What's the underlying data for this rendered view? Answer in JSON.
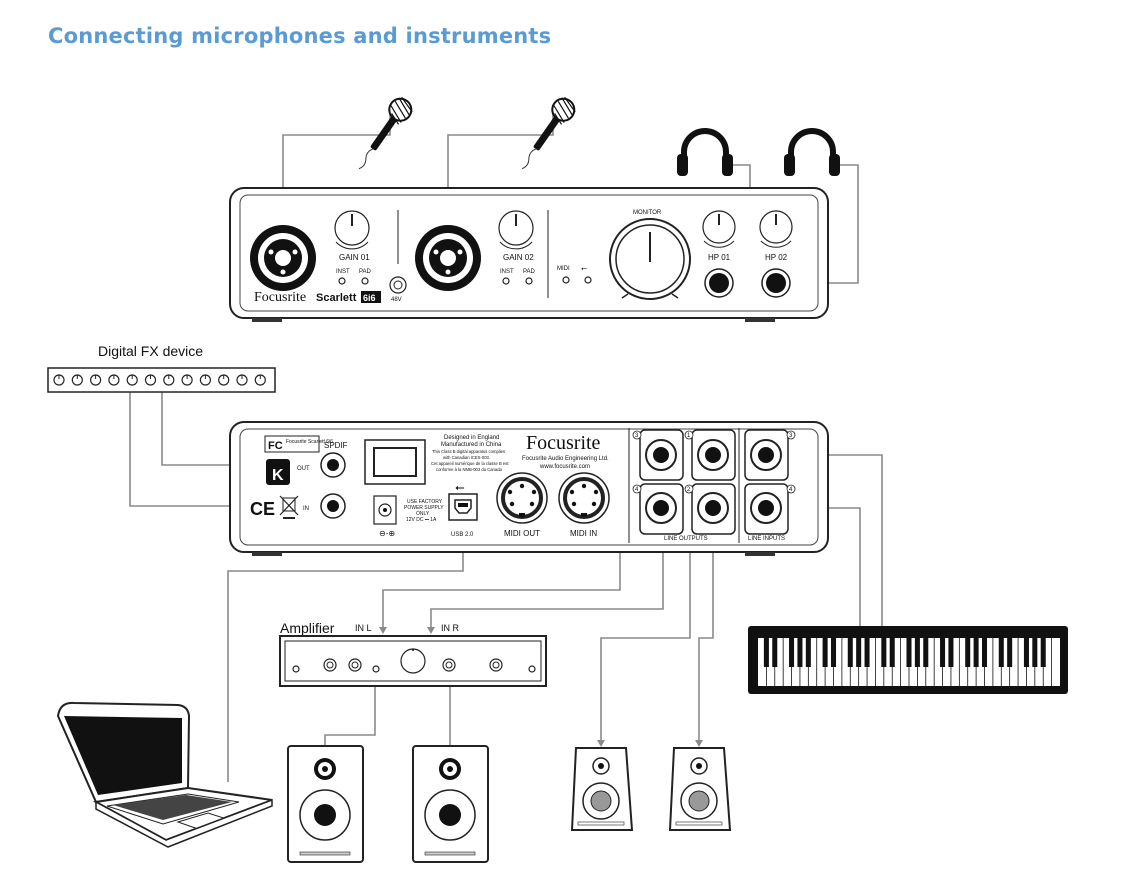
{
  "title": "Connecting microphones and instruments",
  "front_panel": {
    "brand": "Focusrite",
    "model": "Scarlett",
    "model_badge": "6i6",
    "gain_1": "GAIN 01",
    "gain_2": "GAIN 02",
    "inst": "INST",
    "pad": "PAD",
    "phantom": "48V",
    "midi": "MIDI",
    "usb_symbol": "⭠",
    "monitor": "MONITOR",
    "hp_1": "HP 01",
    "hp_2": "HP 02"
  },
  "fx_device": {
    "label": "Digital FX device"
  },
  "rear_panel": {
    "fcc_label": "Focusrite Scarlett 6i6",
    "spdif": "SPDIF",
    "out": "OUT",
    "in": "IN",
    "designed": "Designed in England",
    "manufactured": "Manufactured in China",
    "compliance_1": "This Class B digital apparatus complies",
    "compliance_2": "with Canadian ICES-003.",
    "compliance_3": "Cet appareil numérique de la classe B est",
    "compliance_4": "conforme à la NMB-003 du Canada",
    "brand": "Focusrite",
    "company": "Focusrite Audio Engineering Ltd.",
    "website": "www.focusrite.com",
    "power_1": "USE FACTORY",
    "power_2": "POWER SUPPLY",
    "power_3": "ONLY",
    "power_4": "12V DC ⎓ 1A",
    "usb": "USB 2.0",
    "midi_out": "MIDI OUT",
    "midi_in": "MIDI IN",
    "line_outputs": "LINE OUTPUTS",
    "line_inputs": "LINE INPUTS",
    "out_3": "3",
    "out_1": "1",
    "out_4": "4",
    "out_2": "2",
    "in_3": "3",
    "in_4": "4"
  },
  "amplifier": {
    "label": "Amplifier",
    "in_l": "IN L",
    "in_r": "IN R"
  },
  "colors": {
    "title": "#5a9bd4",
    "cable": "#8a8a8a",
    "outline": "#222222"
  },
  "icons": [
    "microphone-icon",
    "headphones-icon",
    "xlr-combo-jack-icon",
    "gain-knob-icon",
    "monitor-knob-icon",
    "jack-socket-icon",
    "midi-din-icon",
    "usb-port-icon",
    "laptop-icon",
    "speaker-icon",
    "keyboard-icon",
    "amplifier-icon",
    "fx-device-icon"
  ]
}
